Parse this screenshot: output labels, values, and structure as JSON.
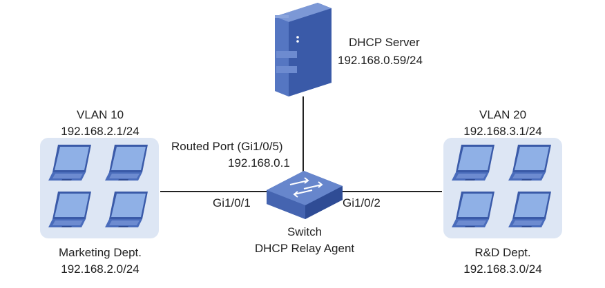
{
  "dhcp_server": {
    "title": "DHCP Server",
    "ip": "192.168.0.59/24"
  },
  "switch": {
    "title": "Switch",
    "role": "DHCP Relay Agent"
  },
  "routed_port": {
    "label": "Routed Port (Gi1/0/5)",
    "ip": "192.168.0.1"
  },
  "ports": {
    "left": "Gi1/0/1",
    "right": "Gi1/0/2"
  },
  "vlan_left": {
    "name": "VLAN 10",
    "gateway": "192.168.2.1/24",
    "dept": "Marketing Dept.",
    "subnet": "192.168.2.0/24"
  },
  "vlan_right": {
    "name": "VLAN 20",
    "gateway": "192.168.3.1/24",
    "dept": "R&D Dept.",
    "subnet": "192.168.3.0/24"
  },
  "colors": {
    "device_blue": "#3a5aa8",
    "device_light": "#5a7cc8",
    "group_bg": "#dde6f4",
    "line": "#222222"
  }
}
